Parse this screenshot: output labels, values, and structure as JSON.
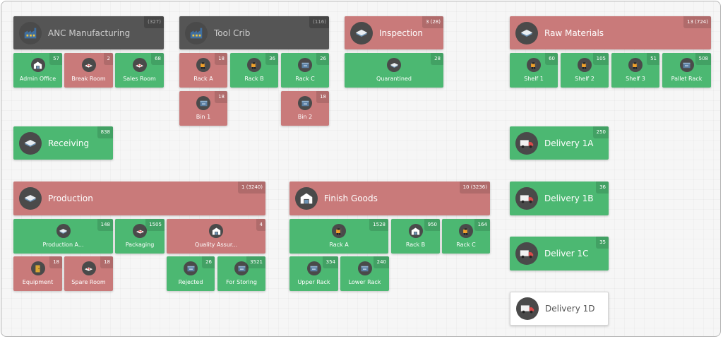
{
  "colors": {
    "green": "#4cb872",
    "red": "#c97a7a",
    "dark": "#555555",
    "white": "#ffffff"
  },
  "tiles": [
    {
      "name": "ANC Manufacturing",
      "count": "(327)",
      "icon": "factory-icon",
      "status": "dark"
    },
    {
      "name": "Tool Crib",
      "count": "(116)",
      "icon": "factory-icon",
      "status": "dark"
    },
    {
      "name": "Inspection",
      "count": "3 (28)",
      "icon": "stack-icon",
      "status": "red"
    },
    {
      "name": "Raw Materials",
      "count": "13 (724)",
      "icon": "stack-icon",
      "status": "red"
    },
    {
      "name": "Admin Office",
      "count": "57",
      "icon": "warehouse-icon",
      "status": "green"
    },
    {
      "name": "Break Room",
      "count": "2",
      "icon": "tray-icon",
      "status": "red"
    },
    {
      "name": "Sales Room",
      "count": "68",
      "icon": "tray-icon",
      "status": "green"
    },
    {
      "name": "Rack A",
      "count": "18",
      "icon": "forklift-icon",
      "status": "red"
    },
    {
      "name": "Rack B",
      "count": "36",
      "icon": "forklift-icon",
      "status": "green"
    },
    {
      "name": "Rack C",
      "count": "26",
      "icon": "bin-icon",
      "status": "green"
    },
    {
      "name": "Quarantined",
      "count": "28",
      "icon": "stack-icon",
      "status": "green"
    },
    {
      "name": "Shelf 1",
      "count": "60",
      "icon": "forklift-icon",
      "status": "green"
    },
    {
      "name": "Shelf 2",
      "count": "105",
      "icon": "forklift-icon",
      "status": "green"
    },
    {
      "name": "Shelf 3",
      "count": "51",
      "icon": "forklift-icon",
      "status": "green"
    },
    {
      "name": "Pallet Rack",
      "count": "508",
      "icon": "bin-icon",
      "status": "green"
    },
    {
      "name": "Bin 1",
      "count": "18",
      "icon": "bin-icon",
      "status": "red"
    },
    {
      "name": "Bin 2",
      "count": "18",
      "icon": "bin-icon",
      "status": "red"
    },
    {
      "name": "Receiving",
      "count": "838",
      "icon": "stack-icon",
      "status": "green"
    },
    {
      "name": "Delivery 1A",
      "count": "250",
      "icon": "truck-icon",
      "status": "green"
    },
    {
      "name": "Production",
      "count": "1 (3240)",
      "icon": "stack-icon",
      "status": "red"
    },
    {
      "name": "Finish Goods",
      "count": "10 (3236)",
      "icon": "warehouse-icon",
      "status": "red"
    },
    {
      "name": "Delivery 1B",
      "count": "36",
      "icon": "truck-icon",
      "status": "green"
    },
    {
      "name": "Production A...",
      "count": "148",
      "icon": "stack-icon",
      "status": "green"
    },
    {
      "name": "Packaging",
      "count": "1505",
      "icon": "tray-icon",
      "status": "green"
    },
    {
      "name": "Quality Assur...",
      "count": "4",
      "icon": "warehouse-icon",
      "status": "red"
    },
    {
      "name": "Rack A",
      "count": "1528",
      "icon": "forklift-icon",
      "status": "green"
    },
    {
      "name": "Rack B",
      "count": "950",
      "icon": "warehouse-icon",
      "status": "green"
    },
    {
      "name": "Rack C",
      "count": "164",
      "icon": "forklift-icon",
      "status": "green"
    },
    {
      "name": "Deliver 1C",
      "count": "35",
      "icon": "truck-icon",
      "status": "green"
    },
    {
      "name": "Equipment",
      "count": "18",
      "icon": "door-icon",
      "status": "red"
    },
    {
      "name": "Spare Room",
      "count": "18",
      "icon": "tray-icon",
      "status": "red"
    },
    {
      "name": "Rejected",
      "count": "26",
      "icon": "bin-icon",
      "status": "green"
    },
    {
      "name": "For Storing",
      "count": "3521",
      "icon": "bin-icon",
      "status": "green"
    },
    {
      "name": "Upper Rack",
      "count": "354",
      "icon": "bin-icon",
      "status": "green"
    },
    {
      "name": "Lower Rack",
      "count": "240",
      "icon": "bin-icon",
      "status": "green"
    },
    {
      "name": "Delivery 1D",
      "count": "",
      "icon": "truck-icon",
      "status": "white"
    }
  ]
}
